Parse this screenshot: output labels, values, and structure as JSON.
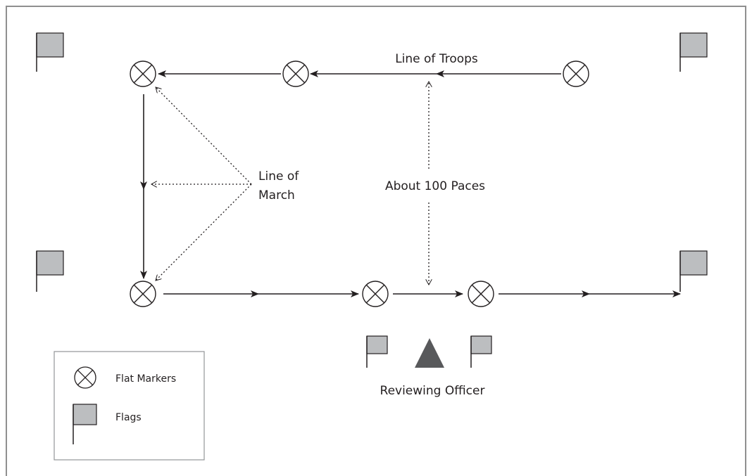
{
  "labels": {
    "line_of_troops": "Line of Troops",
    "line_of_march_1": "Line of",
    "line_of_march_2": "March",
    "about_100_paces": "About 100 Paces",
    "reviewing_officer": "Reviewing Officer"
  },
  "legend": {
    "flat_markers": "Flat Markers",
    "flags": "Flags"
  },
  "colors": {
    "line": "#231f20",
    "flag_fill": "#bcbec0",
    "officer": "#58595b",
    "border": "#8f8f8f"
  }
}
